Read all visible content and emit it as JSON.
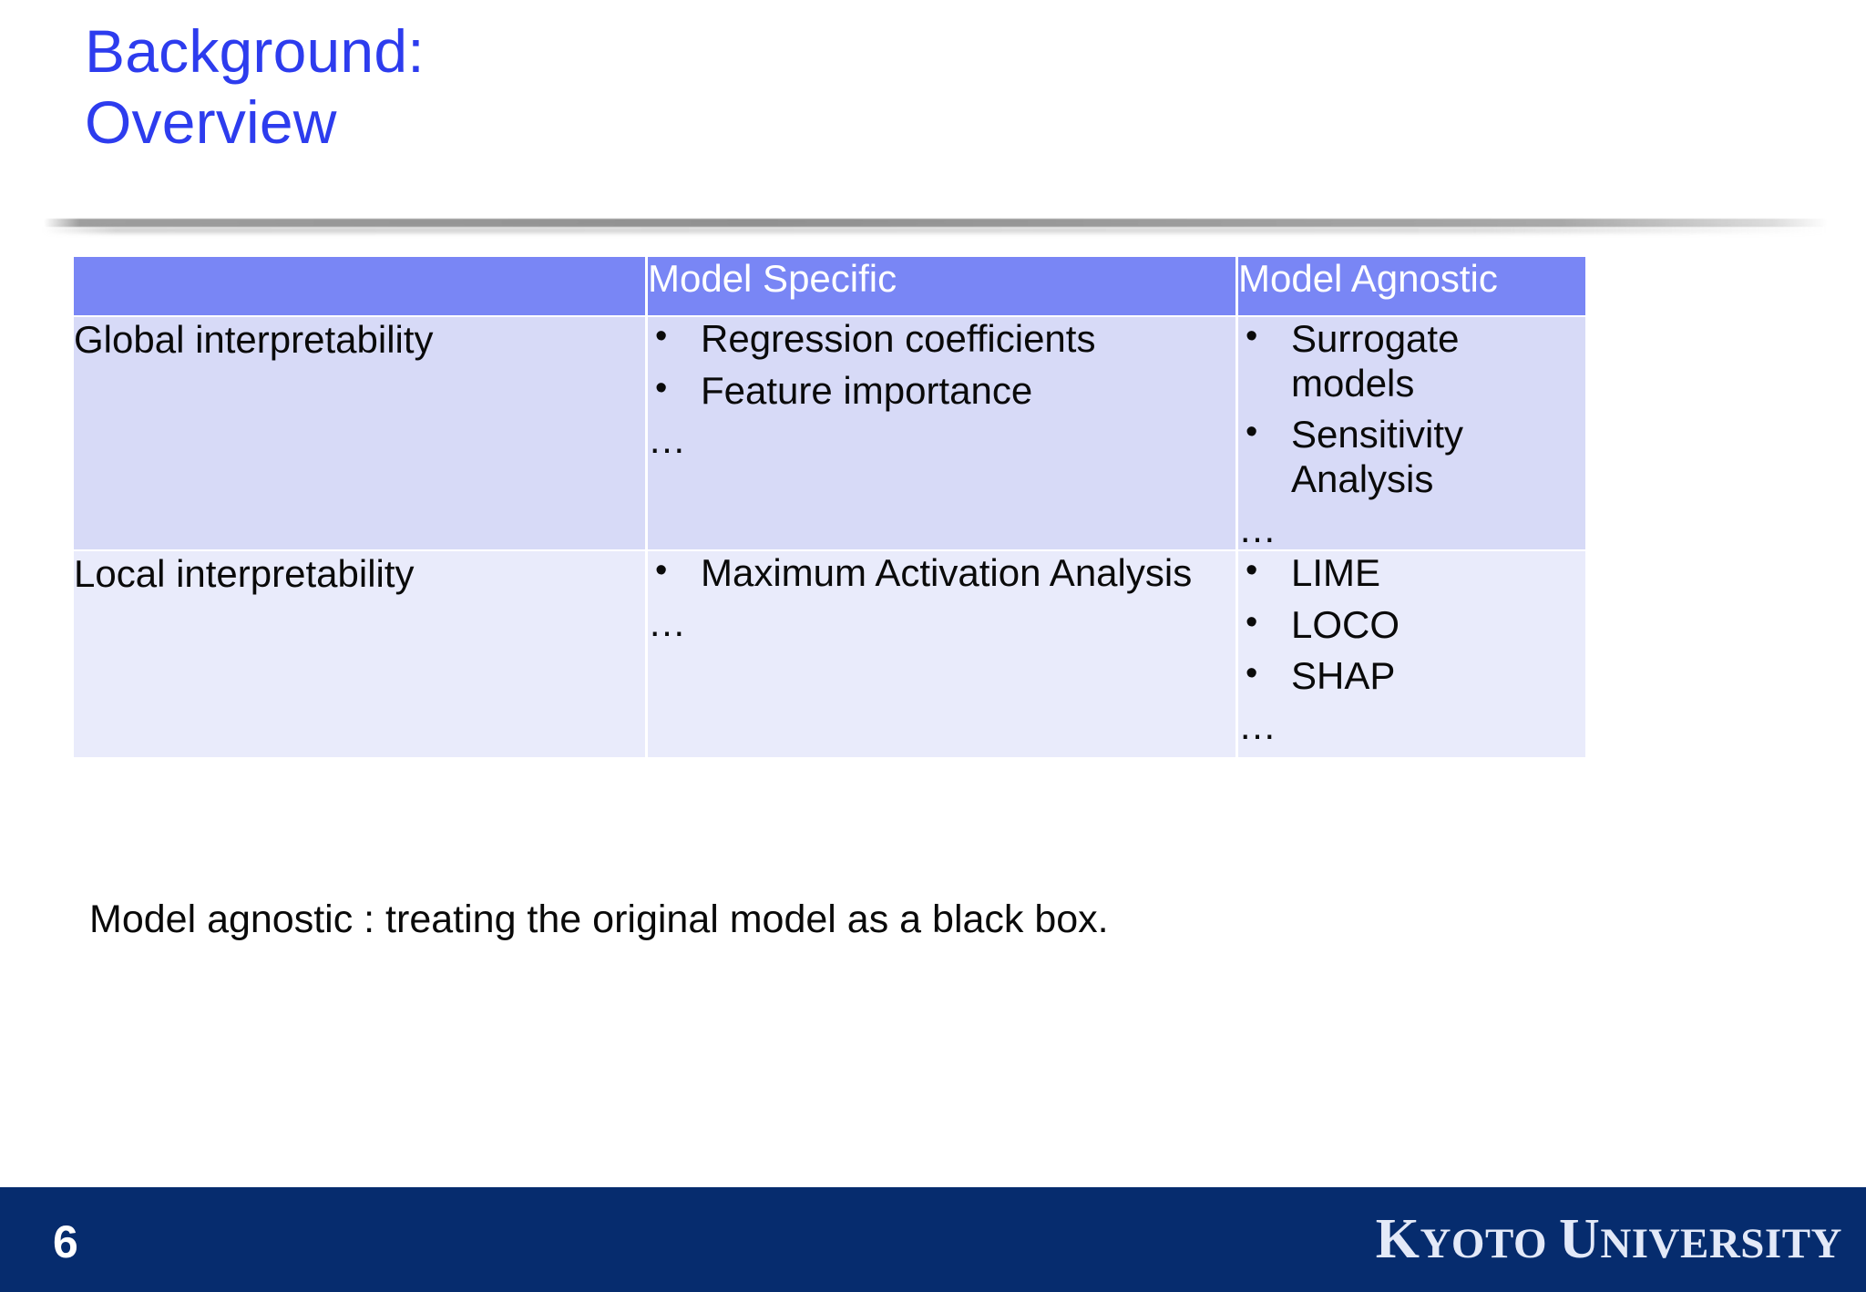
{
  "slide": {
    "title_lines": [
      "Background:",
      "Overview"
    ],
    "title_color": "#2D3CEE",
    "background_color": "#FFFFFF"
  },
  "table": {
    "header_bg": "#7986F5",
    "header_text_color": "#FFFFFF",
    "row1_bg": "#D7DAF7",
    "row2_bg": "#E9EBFB",
    "columns": [
      "",
      "Model Specific",
      "Model Agnostic"
    ],
    "rows": [
      {
        "label": "Global interpretability",
        "model_specific": {
          "bullets": [
            "Regression coefficients",
            "Feature importance"
          ],
          "more": "…"
        },
        "model_agnostic": {
          "bullets": [
            "Surrogate models",
            "Sensitivity Analysis"
          ],
          "more": "…"
        }
      },
      {
        "label": "Local interpretability",
        "model_specific": {
          "bullets": [
            "Maximum Activation Analysis"
          ],
          "more": "…"
        },
        "model_agnostic": {
          "bullets": [
            "LIME",
            "LOCO",
            "SHAP"
          ],
          "more": "…"
        }
      }
    ]
  },
  "caption": "Model agnostic : treating the original model as a black box.",
  "footer": {
    "page_number": "6",
    "brand": {
      "k": "K",
      "yoto": "YOTO",
      "u": "U",
      "niversity": "NIVERSITY"
    },
    "bar_color": "#062C6E"
  }
}
